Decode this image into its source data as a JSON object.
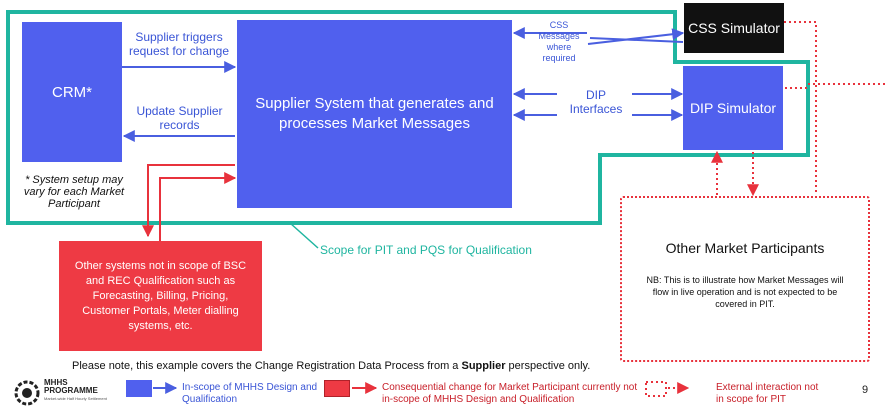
{
  "crm": {
    "label": "CRM*",
    "note": "* System setup may vary for each Market Participant"
  },
  "supplier_system": {
    "label": "Supplier System that generates and processes Market Messages"
  },
  "arrows": {
    "triggers": "Supplier triggers request for change",
    "update": "Update Supplier records",
    "css_messages": "CSS Messages where required",
    "dip_interfaces": "DIP Interfaces"
  },
  "css_simulator": {
    "label": "CSS Simulator"
  },
  "dip_simulator": {
    "label": "DIP Simulator"
  },
  "other_systems": {
    "label": "Other systems not in scope of BSC and REC Qualification such as Forecasting, Billing, Pricing, Customer Portals, Meter dialling systems, etc."
  },
  "scope_label": "Scope for PIT and PQS for Qualification",
  "other_participants": {
    "title": "Other Market Participants",
    "note": "NB: This is to illustrate how Market Messages will flow in live operation and is not expected to be covered in PIT."
  },
  "footer_note": {
    "prefix": "Please note, this example covers the Change Registration Data Process from a ",
    "bold": "Supplier",
    "suffix": " perspective only."
  },
  "logo": {
    "line1": "MHHS",
    "line2": "PROGRAMME",
    "line3": "Market-wide Half Hourly Settlement"
  },
  "legend": [
    {
      "text": "In-scope of MHHS Design and Qualification"
    },
    {
      "text": "Consequential change for Market Participant currently not in-scope of MHHS Design and Qualification"
    },
    {
      "text": "External interaction not in scope for PIT"
    }
  ],
  "page_number": "9",
  "colors": {
    "blue": "#5060ee",
    "teal": "#1fb5a0",
    "red": "#ee3a44",
    "black": "#111111"
  }
}
